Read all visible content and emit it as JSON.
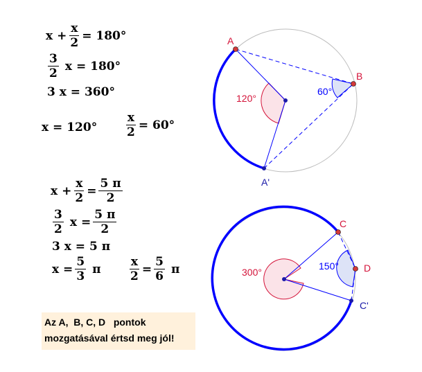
{
  "equations_top": {
    "line1": {
      "x": "x",
      "plus": "+",
      "num": "x",
      "den": "2",
      "rhs": "= 180°"
    },
    "line2": {
      "num": "3",
      "den": "2",
      "x": "x",
      "rhs": "= 180°"
    },
    "line3": "3 x = 360°",
    "line4a": "x = 120°",
    "line4b": {
      "num": "x",
      "den": "2",
      "rhs": "= 60°"
    }
  },
  "equations_bottom": {
    "line1": {
      "x": "x",
      "plus": "+",
      "num": "x",
      "den": "2",
      "eq": "=",
      "rnum": "5 π",
      "rden": "2"
    },
    "line2": {
      "num": "3",
      "den": "2",
      "x": "x",
      "eq": "=",
      "rnum": "5 π",
      "rden": "2"
    },
    "line3": "3 x = 5 π",
    "line4a": {
      "x": "x =",
      "num": "5",
      "den": "3",
      "pi": "π"
    },
    "line4b": {
      "num": "x",
      "den": "2",
      "eq": "=",
      "rnum": "5",
      "rden": "6",
      "pi": "π"
    }
  },
  "circle1": {
    "points": {
      "A": "A",
      "B": "B",
      "A_prime": "A'"
    },
    "central_angle": "120°",
    "inscribed_angle": "60°"
  },
  "circle2": {
    "points": {
      "C": "C",
      "D": "D",
      "C_prime": "C'"
    },
    "central_angle": "300°",
    "inscribed_angle": "150°"
  },
  "note": {
    "line1": "Az A,  B, C, D   pontok",
    "line2": "mozgatásával értsd meg jól!"
  },
  "colors": {
    "blue": "#0000ff",
    "red": "#d4143a",
    "point_red": "#d43a3a",
    "point_blue": "#1a1aa8",
    "gray": "#bdbdbd",
    "note_bg": "#fff1dc"
  }
}
